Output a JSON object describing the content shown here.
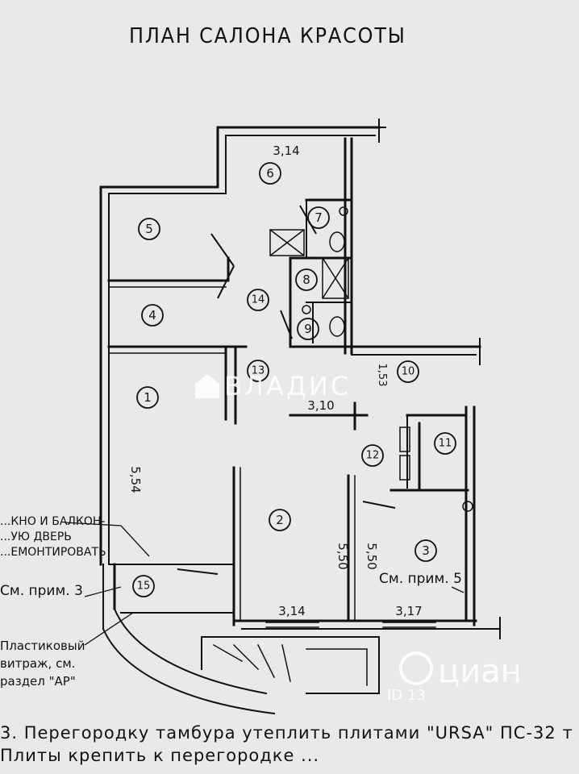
{
  "title": "ПЛАН САЛОНА КРАСОТЫ",
  "rooms": [
    "1",
    "2",
    "3",
    "4",
    "5",
    "6",
    "7",
    "8",
    "9",
    "10",
    "11",
    "12",
    "13",
    "14",
    "15"
  ],
  "dimensions": {
    "top_room6": "3,14",
    "corridor": "3,10",
    "left_height": "5,54",
    "bottom_left": "3,14",
    "bottom_right": "3,17",
    "room2_height": "5,50",
    "room3_height": "5,50",
    "room10_small": "1,53"
  },
  "notes": {
    "balcony": "...КНО И БАЛКОН-\n...УЮ ДВЕРЬ\n...ЕМОНТИРОВАТЬ",
    "note3": "См. прим. 3",
    "note5": "См. прим. 5",
    "vitrage": "Пластиковый\nвитраж, см.\nраздел \"АР\""
  },
  "footer": {
    "line1": "3. Перегородку тамбура утеплить плитами \"URSA\" ПС-32 т",
    "line2": "Плиты крепить к перегородке ..."
  },
  "watermarks": {
    "vladis": "ВЛАДИС",
    "cian": "циан",
    "cian_id": "ID 13"
  }
}
